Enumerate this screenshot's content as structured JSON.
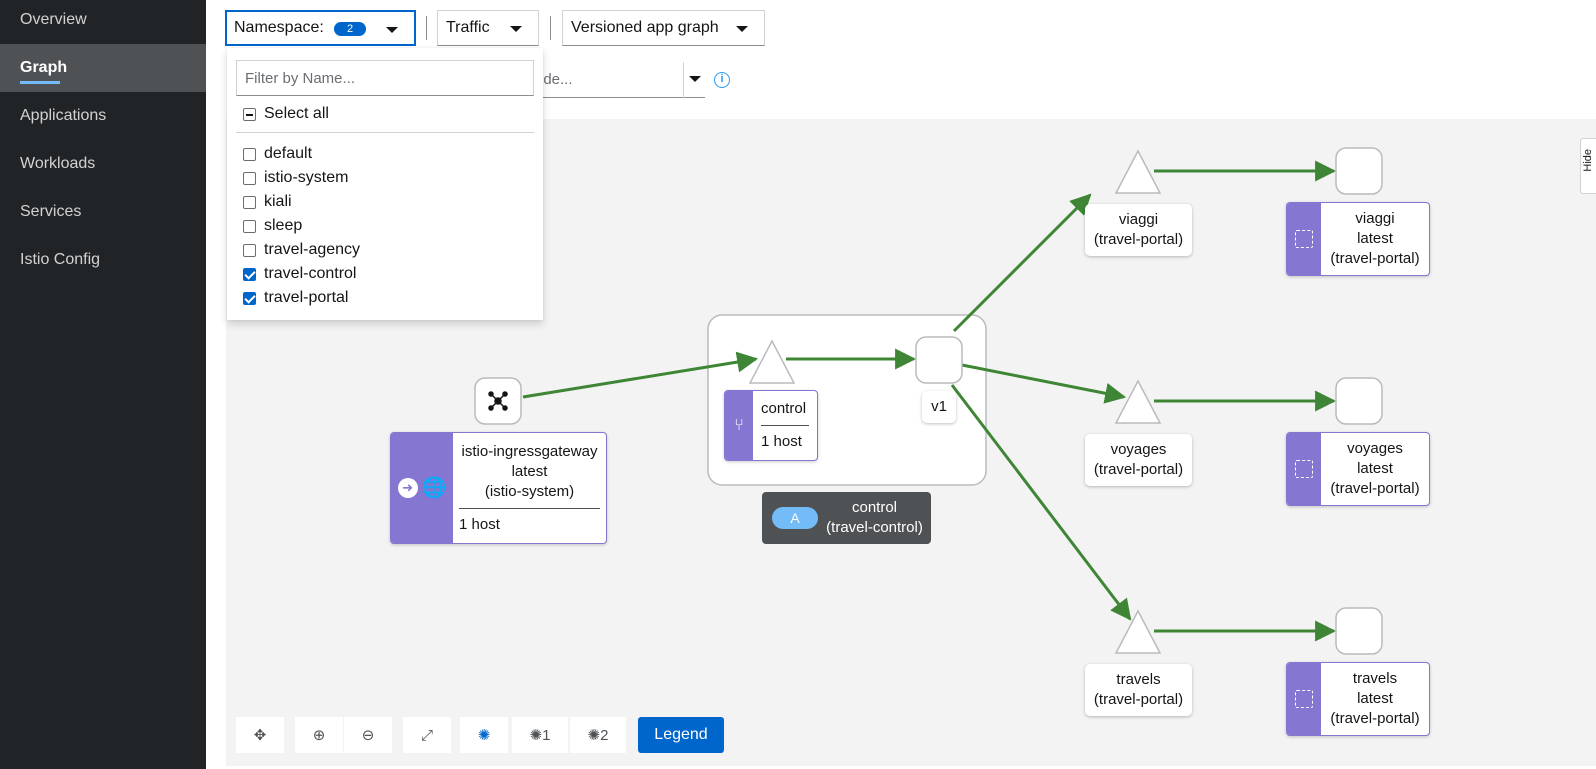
{
  "sidebar": {
    "items": [
      {
        "label": "Overview",
        "active": false
      },
      {
        "label": "Graph",
        "active": true
      },
      {
        "label": "Applications",
        "active": false
      },
      {
        "label": "Workloads",
        "active": false
      },
      {
        "label": "Services",
        "active": false
      },
      {
        "label": "Istio Config",
        "active": false
      }
    ]
  },
  "toolbar": {
    "namespace_label": "Namespace:",
    "namespace_count": "2",
    "traffic_label": "Traffic",
    "graph_type_label": "Versioned app graph",
    "hide_placeholder": "ide...",
    "info_icon": "i"
  },
  "namespace_menu": {
    "filter_placeholder": "Filter by Name...",
    "select_all_label": "Select all",
    "namespaces": [
      {
        "name": "default",
        "checked": false
      },
      {
        "name": "istio-system",
        "checked": false
      },
      {
        "name": "kiali",
        "checked": false
      },
      {
        "name": "sleep",
        "checked": false
      },
      {
        "name": "travel-agency",
        "checked": false
      },
      {
        "name": "travel-control",
        "checked": true
      },
      {
        "name": "travel-portal",
        "checked": true
      }
    ]
  },
  "graph": {
    "ingress": {
      "line1": "istio-ingressgateway",
      "line2": "latest",
      "line3": "(istio-system)",
      "hosts": "1 host"
    },
    "control_service": {
      "name": "control",
      "hosts": "1 host"
    },
    "control_version": "v1",
    "control_app_box": {
      "badge": "A",
      "line1": "control",
      "line2": "(travel-control)"
    },
    "services": [
      {
        "line1": "viaggi",
        "line2": "(travel-portal)"
      },
      {
        "line1": "voyages",
        "line2": "(travel-portal)"
      },
      {
        "line1": "travels",
        "line2": "(travel-portal)"
      }
    ],
    "workloads": [
      {
        "line1": "viaggi",
        "line2": "latest",
        "line3": "(travel-portal)"
      },
      {
        "line1": "voyages",
        "line2": "latest",
        "line3": "(travel-portal)"
      },
      {
        "line1": "travels",
        "line2": "latest",
        "line3": "(travel-portal)"
      }
    ],
    "edge_color": "#3e8635",
    "badge_color": "#8476d1"
  },
  "bottom_toolbar": {
    "icons": [
      "pan-icon",
      "zoom-in-icon",
      "zoom-out-icon",
      "fit-icon",
      "layout-default-icon",
      "layout-1-icon",
      "layout-2-icon"
    ],
    "layout1_label": "1",
    "layout2_label": "2",
    "legend_label": "Legend"
  },
  "hide_tab_label": "Hide"
}
